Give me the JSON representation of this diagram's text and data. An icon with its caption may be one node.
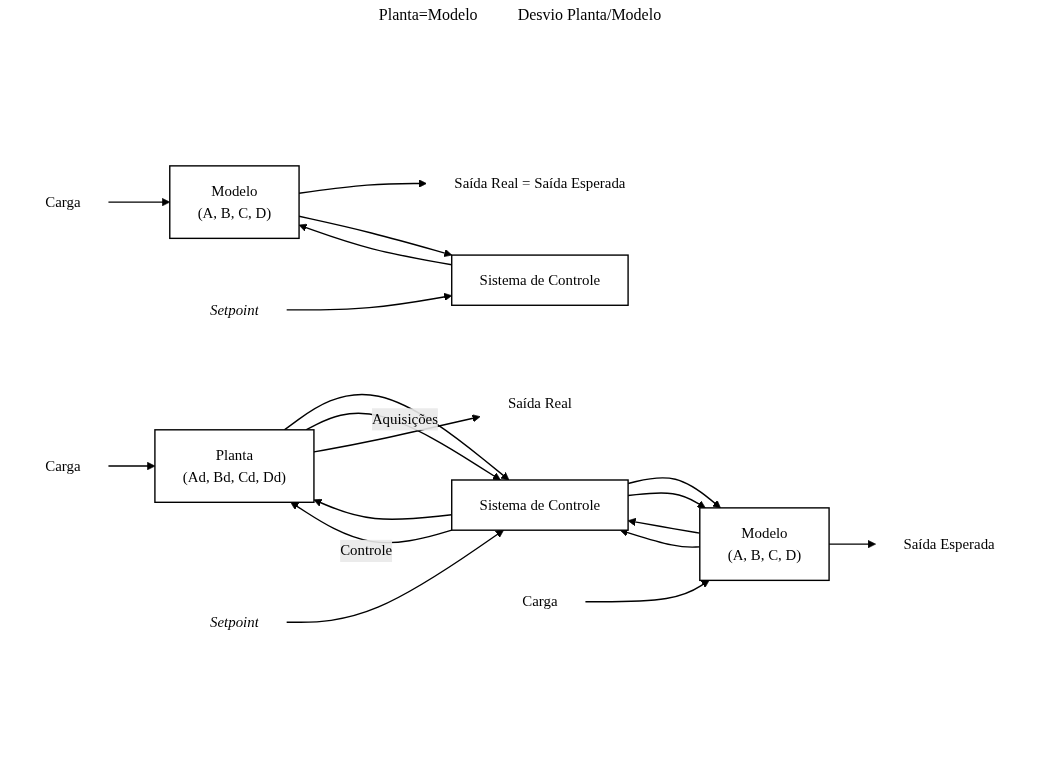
{
  "diagram": {
    "nodes": [
      {
        "text": [
          "Carga"
        ]
      },
      {
        "text": [
          "Modelo",
          "(A, B, C, D)"
        ]
      },
      {
        "text": [
          "Saída Real = Saída Esperada"
        ]
      },
      {
        "text": [
          "Setpoint"
        ]
      },
      {
        "text": [
          "Sistema de Controle"
        ]
      },
      {
        "text": [
          "Carga"
        ]
      },
      {
        "text": [
          "Planta",
          "(Ad, Bd, Cd, Dd)"
        ]
      },
      {
        "text": [
          "Saída Real"
        ]
      },
      {
        "text": [
          "Setpoint"
        ]
      },
      {
        "text": [
          "Sistema de Controle"
        ]
      },
      {
        "text": [
          "Modelo",
          "(A, B, C, D)"
        ]
      },
      {
        "text": [
          "Saída Esperada"
        ]
      },
      {
        "text": [
          "Carga"
        ]
      }
    ],
    "edges": [
      {
        "from": 0,
        "to": 1,
        "arrow": "to"
      },
      {
        "from": 1,
        "to": 2,
        "arrow": "to"
      },
      {
        "from": 1,
        "to": 4,
        "arrow": "to"
      },
      {
        "from": 4,
        "to": 1,
        "arrow": "to"
      },
      {
        "from": 3,
        "to": 4,
        "arrow": "to"
      },
      {
        "from": 5,
        "to": 6,
        "arrow": "to"
      },
      {
        "from": 9,
        "to": 6,
        "arrow": "to"
      },
      {
        "from": 9,
        "to": 6,
        "label": "Controle",
        "arrow": "to"
      },
      {
        "from": 6,
        "to": 9,
        "arrow": "to"
      },
      {
        "from": 6,
        "to": 9,
        "label": "Aquisições",
        "arrow": "to"
      },
      {
        "from": 6,
        "to": 7,
        "arrow": "to"
      },
      {
        "from": 8,
        "to": 9,
        "arrow": "to"
      },
      {
        "from": 9,
        "to": 10,
        "arrow": "to"
      },
      {
        "from": 9,
        "to": 10,
        "arrow": "to"
      },
      {
        "from": 10,
        "to": 9,
        "arrow": "to"
      },
      {
        "from": 10,
        "to": 9,
        "arrow": "to"
      },
      {
        "from": 10,
        "to": 11,
        "arrow": "to"
      },
      {
        "from": 12,
        "to": 10,
        "arrow": "to"
      }
    ],
    "labels": [
      "Planta=Modelo",
      "Desvio Planta/Modelo"
    ]
  }
}
